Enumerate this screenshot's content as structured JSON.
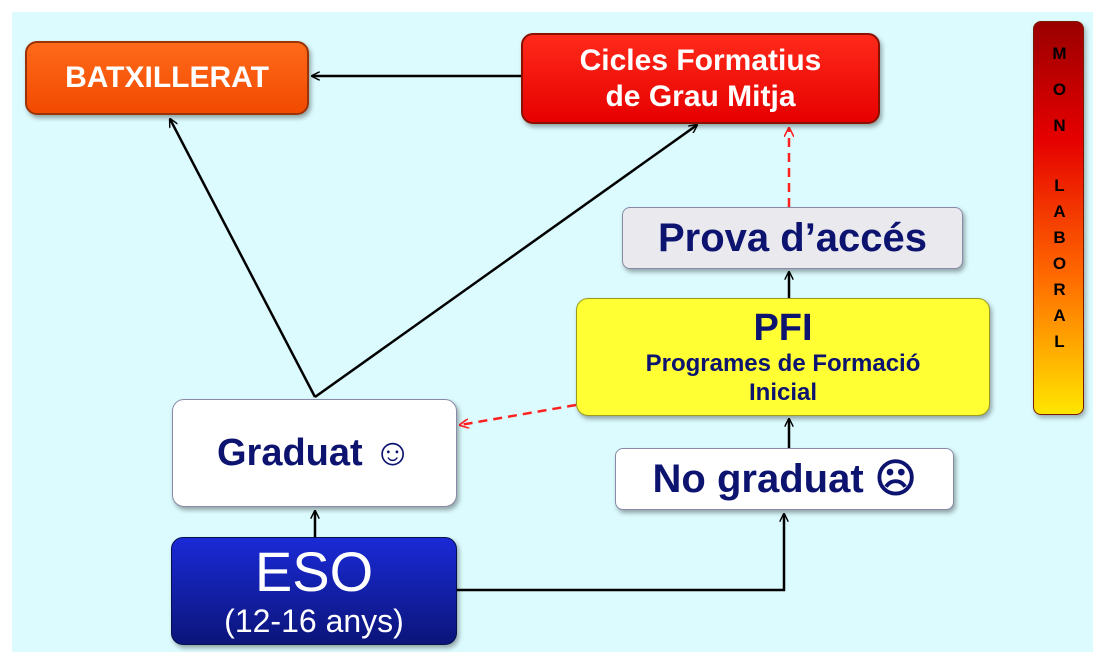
{
  "boxes": {
    "batxillerat": "BATXILLERAT",
    "cicles_line1": "Cicles Formatius",
    "cicles_line2": "de Grau Mitja",
    "prova": "Prova d’accés",
    "pfi_title": "PFI",
    "pfi_line1": "Programes de Formació",
    "pfi_line2": "Inicial",
    "no_graduat": "No graduat ☹",
    "graduat": "Graduat ☺",
    "eso_title": "ESO",
    "eso_sub": "(12-16 anys)"
  },
  "side_bar": {
    "letters": [
      "M",
      "O",
      "N",
      "L",
      "A",
      "B",
      "O",
      "R",
      "A",
      "L"
    ]
  },
  "colors": {
    "arrow": "#000000",
    "dashed_arrow": "#ff2020",
    "text_dark": "#0d1470"
  }
}
